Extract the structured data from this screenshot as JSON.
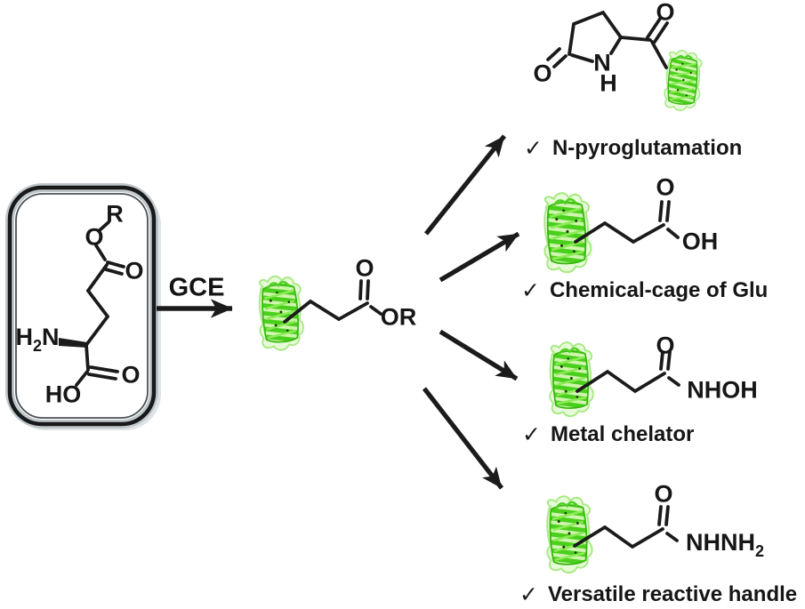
{
  "figure": {
    "type": "chemistry-scheme",
    "description": "Genetic code expansion of a protected glutamate enabling four protein modifications",
    "colors": {
      "bond_black": "#1b1b1b",
      "protein_green": "#4ad01c",
      "protein_green_light": "#cff5ae",
      "protein_green_pale": "#e8fbd8",
      "box_gray": "#bfc7cc"
    },
    "substrate": {
      "r_label": "R",
      "o_ester": "O",
      "o_ester_carbonyl": "O",
      "amine": {
        "h": "H",
        "two": "2",
        "n": "N"
      },
      "acid_o": "O",
      "acid_ho": "HO"
    },
    "gce_label": "GCE",
    "intermediate": {
      "carbonyl_o": "O",
      "or_label": "OR"
    },
    "products": [
      {
        "check": "✓",
        "label": "N-pyroglutamation",
        "atoms": {
          "ring_o": "O",
          "ring_n": "N",
          "ring_h": "H",
          "carbonyl_o": "O"
        }
      },
      {
        "check": "✓",
        "label": "Chemical-cage of Glu",
        "atoms": {
          "carbonyl_o": "O",
          "oh": "OH"
        }
      },
      {
        "check": "✓",
        "label": "Metal chelator",
        "atoms": {
          "carbonyl_o": "O",
          "nhoh": "NHOH"
        }
      },
      {
        "check": "✓",
        "label": "Versatile reactive handle",
        "atoms": {
          "carbonyl_o": "O",
          "nhnh": "NHNH",
          "two": "2"
        }
      }
    ]
  }
}
